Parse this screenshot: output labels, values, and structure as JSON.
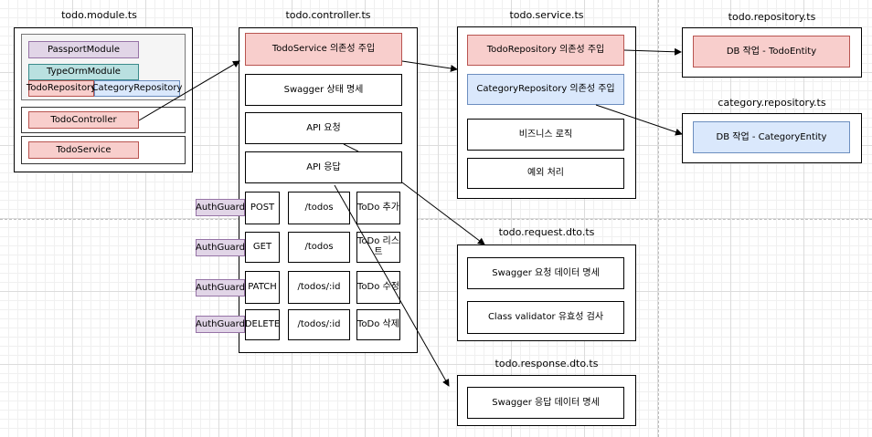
{
  "modules": {
    "module": {
      "title": "todo.module.ts",
      "passport": "PassportModule",
      "typeorm": "TypeOrmModule",
      "todo_repository": "TodoRepository",
      "category_repository": "CategoryRepository",
      "controller": "TodoController",
      "service": "TodoService"
    },
    "controller": {
      "title": "todo.controller.ts",
      "di": "TodoService 의존성 주입",
      "swagger": "Swagger 상태 명세",
      "api_request": "API 요청",
      "api_response": "API 응답",
      "guard_label": "AuthGuard",
      "routes": [
        {
          "method": "POST",
          "path": "/todos",
          "desc": "ToDo 추가"
        },
        {
          "method": "GET",
          "path": "/todos",
          "desc": "ToDo 리스트"
        },
        {
          "method": "PATCH",
          "path": "/todos/:id",
          "desc": "ToDo 수정"
        },
        {
          "method": "DELETE",
          "path": "/todos/:id",
          "desc": "ToDo 삭제"
        }
      ]
    },
    "service": {
      "title": "todo.service.ts",
      "todo_di": "TodoRepository 의존성 주입",
      "category_di": "CategoryRepository 의존성 주입",
      "logic": "비즈니스 로직",
      "exception": "예외 처리"
    },
    "todo_repository": {
      "title": "todo.repository.ts",
      "body": "DB 작업 - TodoEntity"
    },
    "category_repository": {
      "title": "category.repository.ts",
      "body": "DB 작업 - CategoryEntity"
    },
    "request_dto": {
      "title": "todo.request.dto.ts",
      "swagger": "Swagger 요청 데이터 명세",
      "validator": "Class validator 유효성 검사"
    },
    "response_dto": {
      "title": "todo.response.dto.ts",
      "swagger": "Swagger 응답 데이터 명세"
    }
  },
  "colors": {
    "red_fill": "#f8cecc",
    "blue_fill": "#dae8fc",
    "purple_fill": "#e1d5e7",
    "teal_fill": "#b9e0e0"
  }
}
